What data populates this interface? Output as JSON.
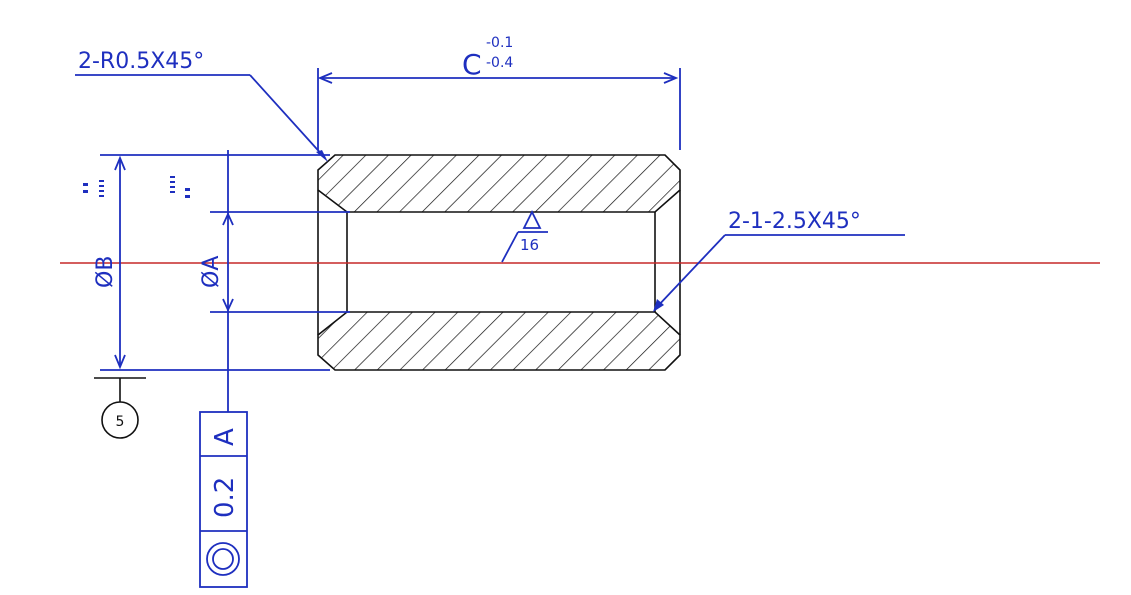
{
  "colors": {
    "annotation": "#1e2fbf",
    "outline": "#111111",
    "center_line": "#c62828",
    "background": "#ffffff"
  },
  "labels": {
    "chamfer_left": "2-R0.5X45°",
    "chamfer_right": "2-1-2.5X45°",
    "length_dim": "C",
    "length_tol_upper": "-0.1",
    "length_tol_lower": "-0.4",
    "roughness": "16",
    "outer_dia": "ØB",
    "inner_dia": "ØA",
    "datum_letter": "5",
    "fcf_symbol": "◎",
    "fcf_tolerance": "0.2",
    "fcf_datum": "A"
  }
}
